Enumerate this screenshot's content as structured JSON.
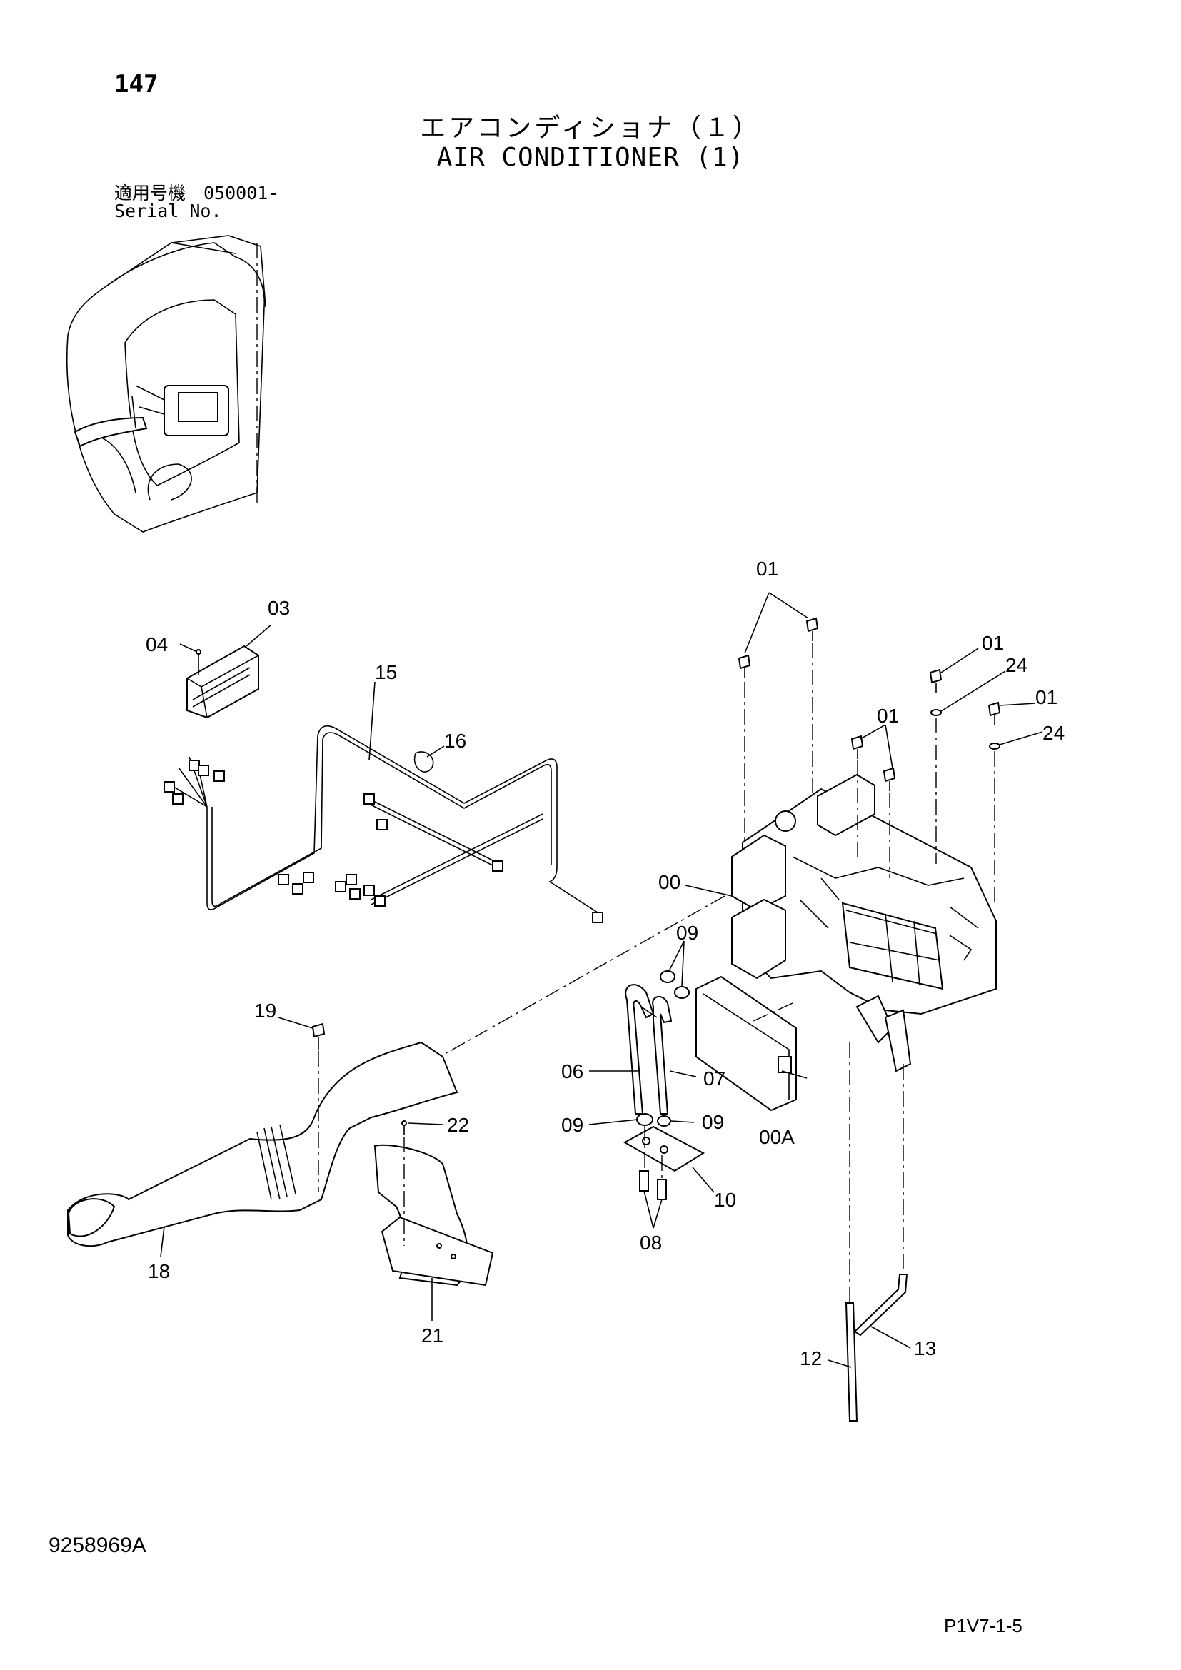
{
  "page": {
    "page_number": "147",
    "title_jp": "エアコンディショナ（１）",
    "title_en": "AIR CONDITIONER (1)",
    "serial_jp": "適用号機　050001-",
    "serial_en": "Serial No.",
    "doc_number": "9258969A",
    "page_code": "P1V7-1-5"
  },
  "callouts": {
    "c00": "00",
    "c00A": "00A",
    "c01a": "01",
    "c01b": "01",
    "c01c": "01",
    "c01d": "01",
    "c03": "03",
    "c04": "04",
    "c06": "06",
    "c07": "07",
    "c08": "08",
    "c09a": "09",
    "c09b": "09",
    "c09c": "09",
    "c10": "10",
    "c12": "12",
    "c13": "13",
    "c15": "15",
    "c16": "16",
    "c18": "18",
    "c19": "19",
    "c21": "21",
    "c22": "22",
    "c24a": "24",
    "c24b": "24"
  }
}
